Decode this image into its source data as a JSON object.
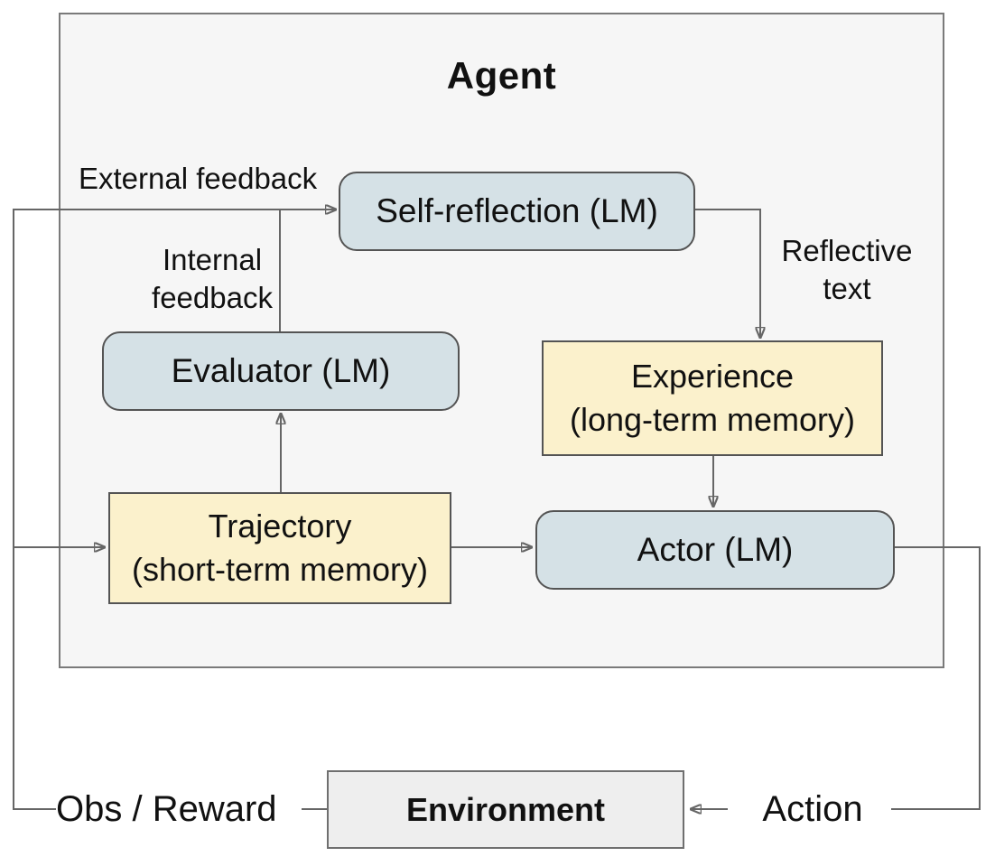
{
  "diagram": {
    "title": "Agent",
    "nodes": {
      "self_reflection": {
        "label": "Self-reflection (LM)"
      },
      "evaluator": {
        "label": "Evaluator (LM)"
      },
      "actor": {
        "label": "Actor (LM)"
      },
      "experience": {
        "line1": "Experience",
        "line2": "(long-term memory)"
      },
      "trajectory": {
        "line1": "Trajectory",
        "line2": "(short-term memory)"
      },
      "environment": {
        "label": "Environment"
      }
    },
    "labels": {
      "external_feedback": "External feedback",
      "internal_feedback": {
        "line1": "Internal",
        "line2": "feedback"
      },
      "reflective_text": {
        "line1": "Reflective",
        "line2": "text"
      },
      "obs_reward": "Obs / Reward",
      "action": "Action"
    },
    "colors": {
      "lm_node_fill": "#d5e1e6",
      "memory_node_fill": "#fbf1cc",
      "environment_fill": "#eeeeee",
      "agent_panel_fill": "#f6f6f6",
      "node_border": "#545454",
      "agent_border": "#7a7a7a",
      "connector": "#666666",
      "text": "#111111"
    }
  }
}
